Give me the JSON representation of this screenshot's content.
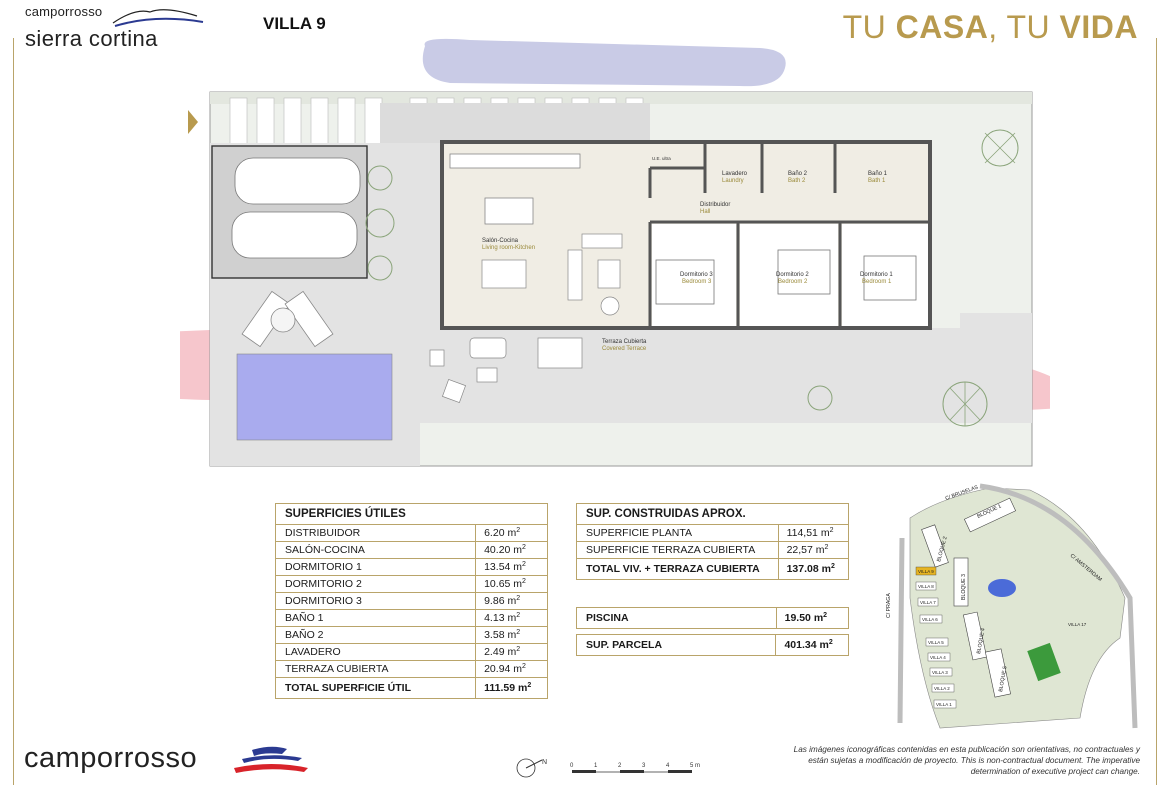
{
  "brand": {
    "top_small": "camporrosso",
    "top_big": "sierra cortina",
    "bottom": "camporrosso"
  },
  "title": "VILLA 9",
  "slogan": {
    "a": "TU ",
    "b": "CASA",
    ",": ", TU ",
    "c": "VIDA"
  },
  "rooms": {
    "salon": {
      "es": "Salón-Cocina",
      "en": "Living room-Kitchen"
    },
    "dist": {
      "es": "Distribuidor",
      "en": "Hall"
    },
    "lav": {
      "es": "Lavadero",
      "en": "Laundry"
    },
    "b2": {
      "es": "Baño 2",
      "en": "Bath 2"
    },
    "b1": {
      "es": "Baño 1",
      "en": "Bath 1"
    },
    "d3": {
      "es": "Dormitorio 3",
      "en": "Bedroom 3"
    },
    "d2": {
      "es": "Dormitorio 2",
      "en": "Bedroom 2"
    },
    "d1": {
      "es": "Dormitorio 1",
      "en": "Bedroom 1"
    },
    "terr": {
      "es": "Terraza Cubierta",
      "en": "Covered Terrace"
    },
    "ud": "U.E. ultra"
  },
  "util": {
    "header": "SUPERFICIES ÚTILES",
    "rows": [
      {
        "k": "DISTRIBUIDOR",
        "v": "6.20 m"
      },
      {
        "k": "SALÓN-COCINA",
        "v": "40.20 m"
      },
      {
        "k": "DORMITORIO 1",
        "v": "13.54 m"
      },
      {
        "k": "DORMITORIO 2",
        "v": "10.65 m"
      },
      {
        "k": "DORMITORIO 3",
        "v": "9.86 m"
      },
      {
        "k": "BAÑO 1",
        "v": "4.13 m"
      },
      {
        "k": "BAÑO 2",
        "v": "3.58 m"
      },
      {
        "k": "LAVADERO",
        "v": "2.49 m"
      },
      {
        "k": "TERRAZA CUBIERTA",
        "v": "20.94 m"
      }
    ],
    "total_k": "TOTAL SUPERFICIE ÚTIL",
    "total_v": "111.59 m"
  },
  "built": {
    "header": "SUP. CONSTRUIDAS APROX.",
    "r1k": "SUPERFICIE PLANTA",
    "r1v": "114,51 m",
    "r2k": "SUPERFICIE TERRAZA CUBIERTA",
    "r2v": "22,57 m",
    "tk": "TOTAL VIV. + TERRAZA CUBIERTA",
    "tv": "137.08 m"
  },
  "pool": {
    "k": "PISCINA",
    "v": "19.50 m"
  },
  "plot": {
    "k": "SUP. PARCELA",
    "v": "401.34 m"
  },
  "superscript": "2",
  "site": {
    "streets": [
      "C/ BRUSELAS",
      "C/ AMSTERDAM",
      "C/ PRAGA"
    ],
    "blocks": [
      "BLOQUE 1",
      "BLOQUE 2",
      "BLOQUE 3",
      "BLOQUE 4",
      "BLOQUE 5"
    ],
    "villas": [
      "VILLA 9",
      "VILLA 8",
      "VILLA 7",
      "VILLA 6",
      "VILLA 5",
      "VILLA 4",
      "VILLA 3",
      "VILLA 2",
      "VILLA 1",
      "VILLA 17"
    ]
  },
  "scale": [
    "0",
    "1",
    "2",
    "3",
    "4",
    "5 m"
  ],
  "disclaimer": {
    "l1": "Las imágenes iconográficas contenidas en esta publicación son orientativas, no contractuales y",
    "l2": "están sujetas a modificación de proyecto. This is non-contractual document. The imperative",
    "l3": "determination of executive project can change."
  },
  "colors": {
    "gold": "#b89a4e",
    "border": "#b9a46a",
    "grass": "#eef2ea",
    "pool": "#a9abee",
    "pink": "#f6c6cc",
    "wall": "#555555"
  }
}
